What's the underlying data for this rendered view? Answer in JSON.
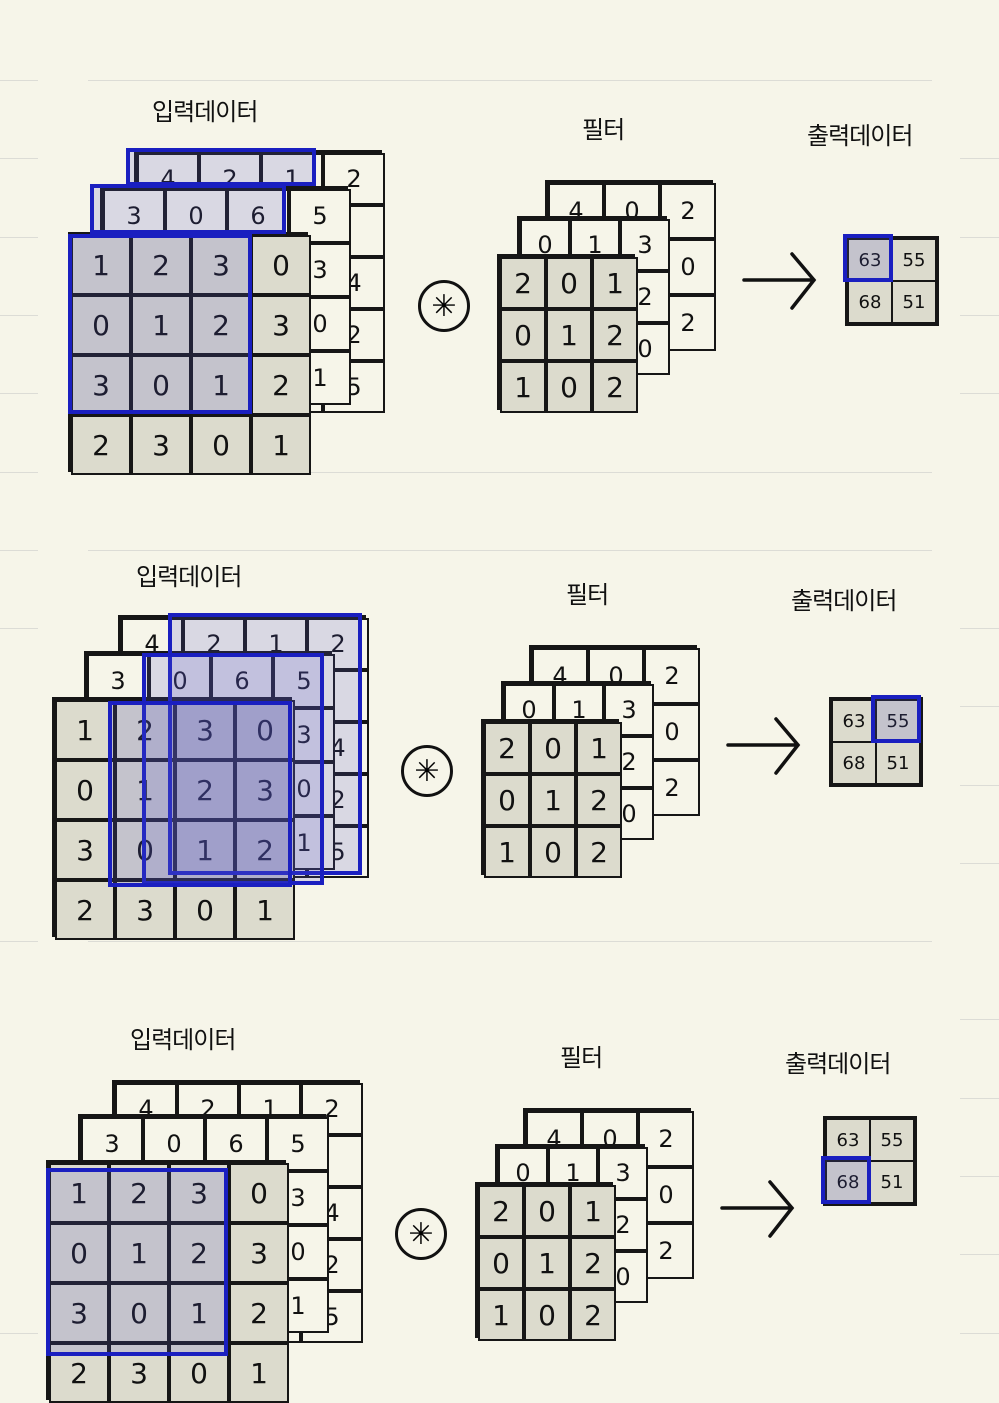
{
  "labels": {
    "input": "입력데이터",
    "filter": "필터",
    "output": "출력데이터",
    "operator": "✳"
  },
  "colors": {
    "highlight": "#1a1fc0",
    "cell_fill": "#dcdbcd",
    "paper": "#f6f5e9"
  },
  "input_layers": [
    [
      [
        "4",
        "2",
        "1",
        "2"
      ],
      [
        "",
        "",
        "",
        ""
      ],
      [
        "",
        "",
        "",
        "4"
      ],
      [
        "",
        "",
        "",
        "2"
      ],
      [
        "",
        "",
        "",
        "5"
      ]
    ],
    [
      [
        "3",
        "0",
        "6",
        "5"
      ],
      [
        "",
        "",
        "",
        "3"
      ],
      [
        "",
        "",
        "",
        "0"
      ],
      [
        "",
        "",
        "",
        "1"
      ]
    ],
    [
      [
        "1",
        "2",
        "3",
        "0"
      ],
      [
        "0",
        "1",
        "2",
        "3"
      ],
      [
        "3",
        "0",
        "1",
        "2"
      ],
      [
        "2",
        "3",
        "0",
        "1"
      ]
    ]
  ],
  "filter_layers": [
    [
      [
        "4",
        "0",
        "2"
      ],
      [
        "",
        "",
        "0"
      ],
      [
        "",
        "",
        "2"
      ]
    ],
    [
      [
        "0",
        "1",
        "3"
      ],
      [
        "",
        "",
        "2"
      ],
      [
        "",
        "",
        "0"
      ]
    ],
    [
      [
        "2",
        "0",
        "1"
      ],
      [
        "0",
        "1",
        "2"
      ],
      [
        "1",
        "0",
        "2"
      ]
    ]
  ],
  "output": [
    [
      "63",
      "55"
    ],
    [
      "68",
      "51"
    ]
  ],
  "steps": [
    {
      "highlight_output": [
        0,
        0
      ]
    },
    {
      "highlight_output": [
        0,
        1
      ]
    },
    {
      "highlight_output": [
        1,
        0
      ]
    }
  ]
}
